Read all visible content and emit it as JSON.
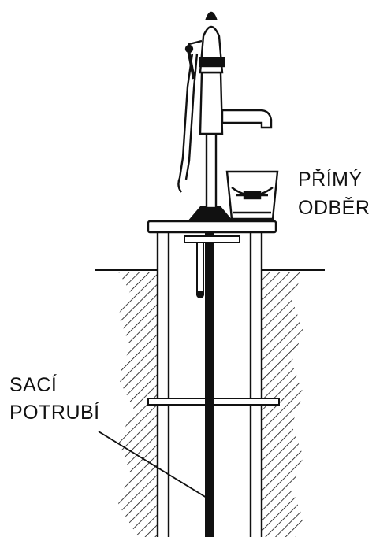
{
  "labels": {
    "direct_draw_line1": "PŘÍMÝ",
    "direct_draw_line2": "ODBĚR",
    "suction_pipe_line1": "SACÍ",
    "suction_pipe_line2": "POTRUBÍ"
  },
  "colors": {
    "ink": "#111111",
    "background": "#ffffff"
  }
}
